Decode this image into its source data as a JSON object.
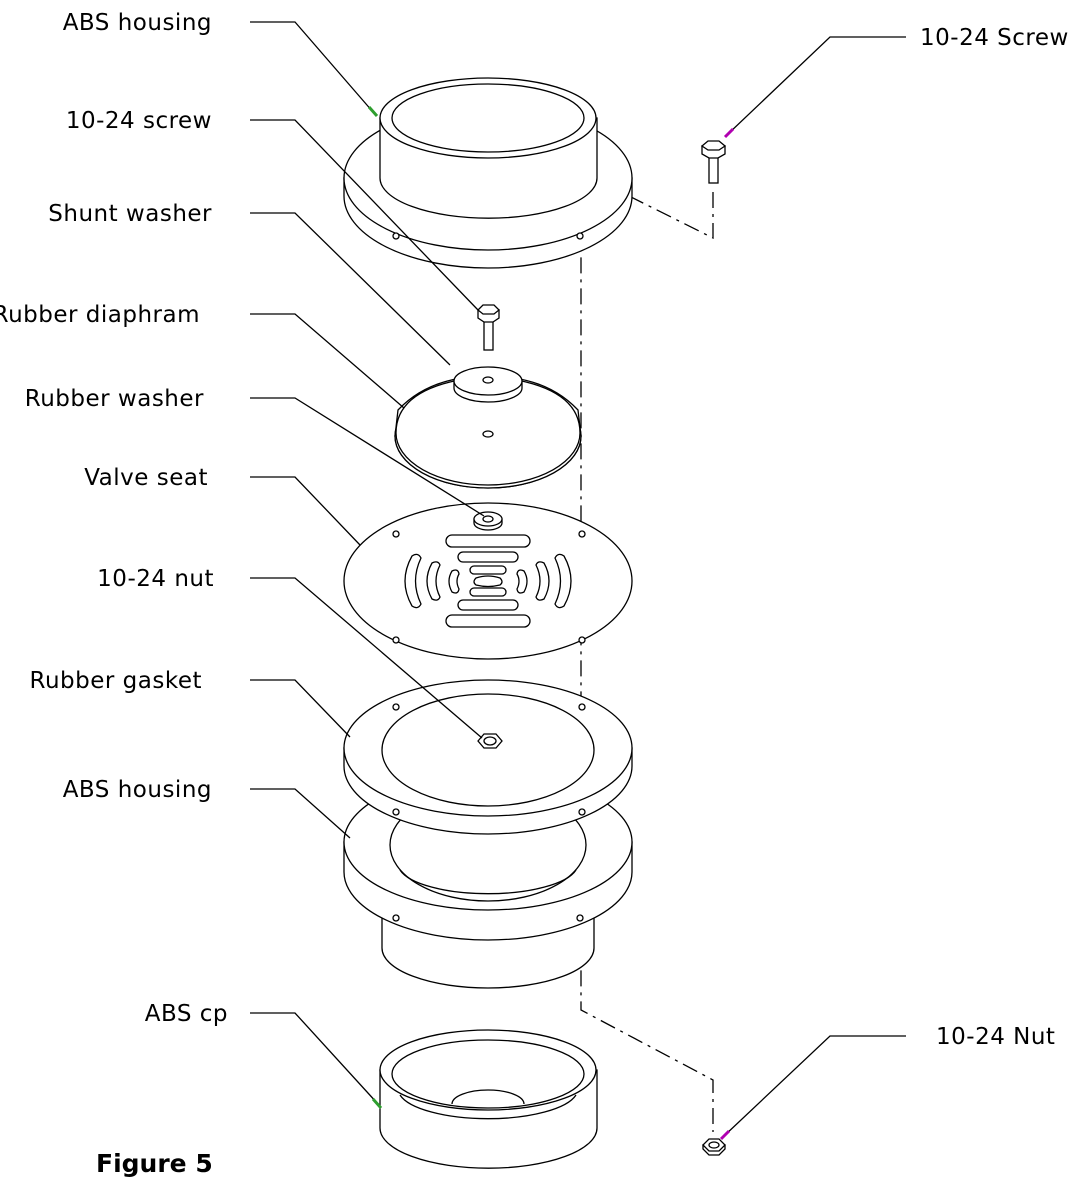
{
  "figure": {
    "caption": "Figure 5"
  },
  "labels": {
    "abs_housing_top": "ABS housing",
    "screw_top_right": "10-24 Screw",
    "screw_center": "10-24 screw",
    "shunt_washer": "Shunt washer",
    "rubber_diaphram": "Rubber diaphram",
    "rubber_washer": "Rubber washer",
    "valve_seat": "Valve seat",
    "nut_center": "10-24 nut",
    "rubber_gasket": "Rubber gasket",
    "abs_housing_bottom": "ABS housing",
    "abs_cap": "ABS cp",
    "nut_bottom_right": "10-24 Nut"
  },
  "colors": {
    "leader_tip_green": "#2e9e2e",
    "leader_tip_magenta": "#b000b0"
  }
}
